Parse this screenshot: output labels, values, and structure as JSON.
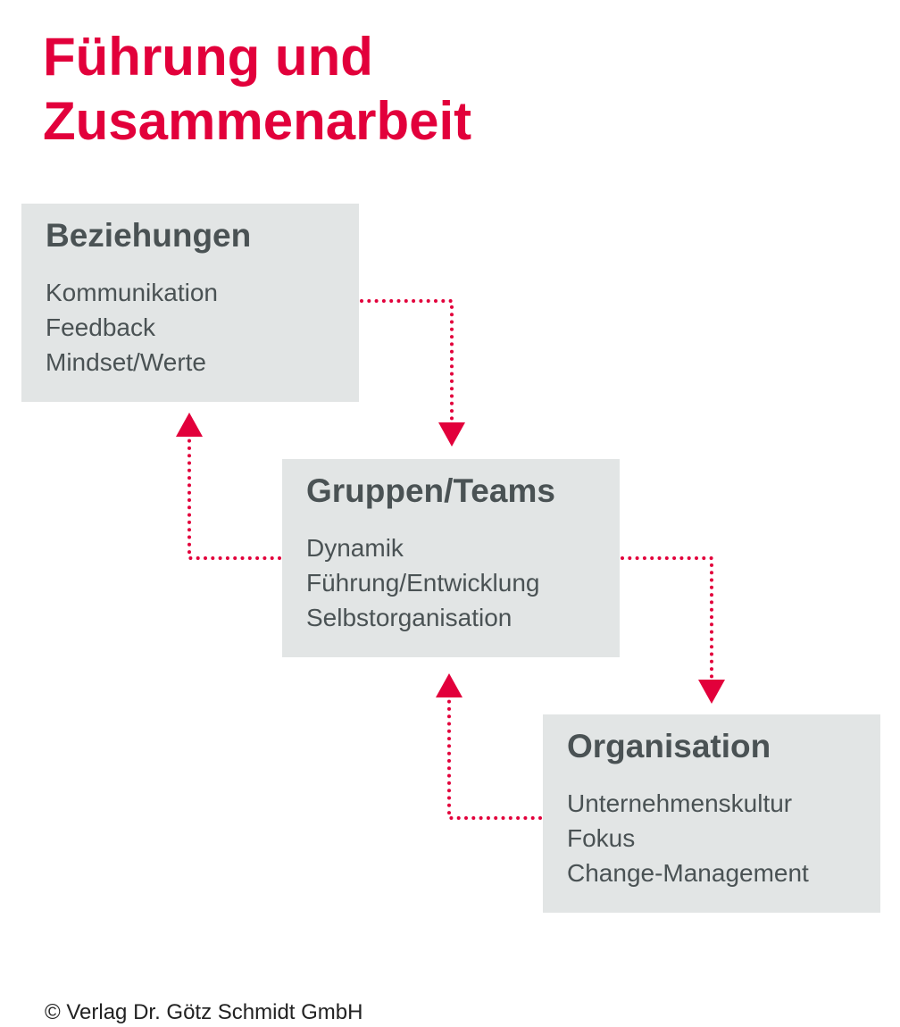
{
  "title": {
    "line1": "Führung und",
    "line2": "Zusammenarbeit"
  },
  "colors": {
    "accent": "#e2003b",
    "box": "#e2e5e5",
    "text": "#4a5254"
  },
  "boxes": [
    {
      "heading": "Beziehungen",
      "items": [
        "Kommunikation",
        "Feedback",
        "Mindset/Werte"
      ]
    },
    {
      "heading": "Gruppen/Teams",
      "items": [
        "Dynamik",
        "Führung/Entwicklung",
        "Selbstorganisation"
      ]
    },
    {
      "heading": "Organisation",
      "items": [
        "Unternehmenskultur",
        "Fokus",
        "Change-Management"
      ]
    }
  ],
  "footer": {
    "copyright": "© Verlag Dr. Götz Schmidt GmbH"
  }
}
